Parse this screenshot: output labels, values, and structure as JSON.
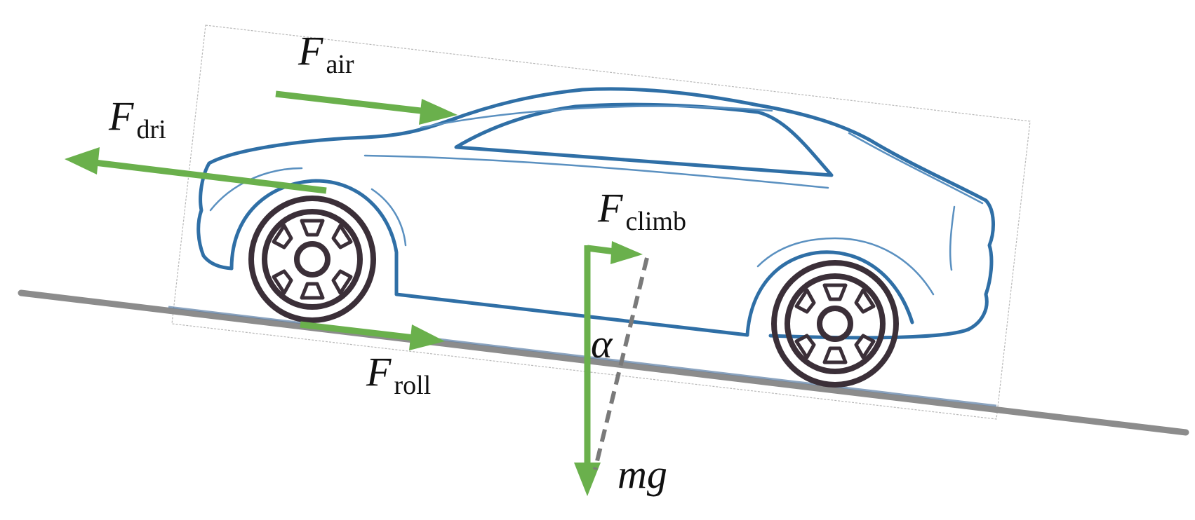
{
  "forces": {
    "air": {
      "symbol": "F",
      "subscript": "air"
    },
    "driving": {
      "symbol": "F",
      "subscript": "dri"
    },
    "climbing": {
      "symbol": "F",
      "subscript": "climb"
    },
    "rolling": {
      "symbol": "F",
      "subscript": "roll"
    },
    "gravity": {
      "symbol": "mg"
    }
  },
  "angle": {
    "symbol": "α"
  },
  "colors": {
    "force_arrow": "#6ab04c",
    "car_outline": "#2f6fa6",
    "road": "#808080",
    "wheel": "#3b2f38"
  }
}
